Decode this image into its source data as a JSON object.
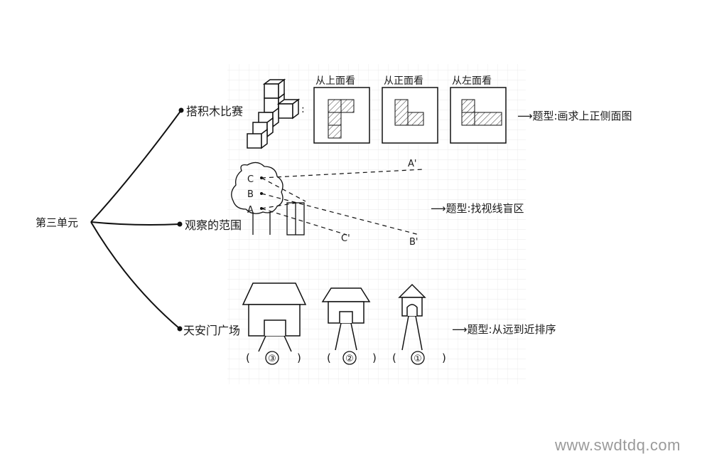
{
  "root": {
    "label": "第三单元"
  },
  "branches": [
    {
      "label": "搭积木比赛",
      "question_type": "⟶题型:画求上正侧面图"
    },
    {
      "label": "观察的范围",
      "question_type": "⟶题型:找视线盲区"
    },
    {
      "label": "天安门广场",
      "question_type": "⟶题型:从远到近排序"
    }
  ],
  "views": [
    {
      "title": "从上面看"
    },
    {
      "title": "从正面看"
    },
    {
      "title": "从左面看"
    }
  ],
  "sight_points": [
    "C",
    "B",
    "A"
  ],
  "blind_points": [
    "A'",
    "B'",
    "C'"
  ],
  "houses": [
    {
      "order": "③"
    },
    {
      "order": "②"
    },
    {
      "order": "①"
    }
  ],
  "paren_left": "(",
  "paren_right": ")",
  "watermark": "www.swdtdq.com"
}
